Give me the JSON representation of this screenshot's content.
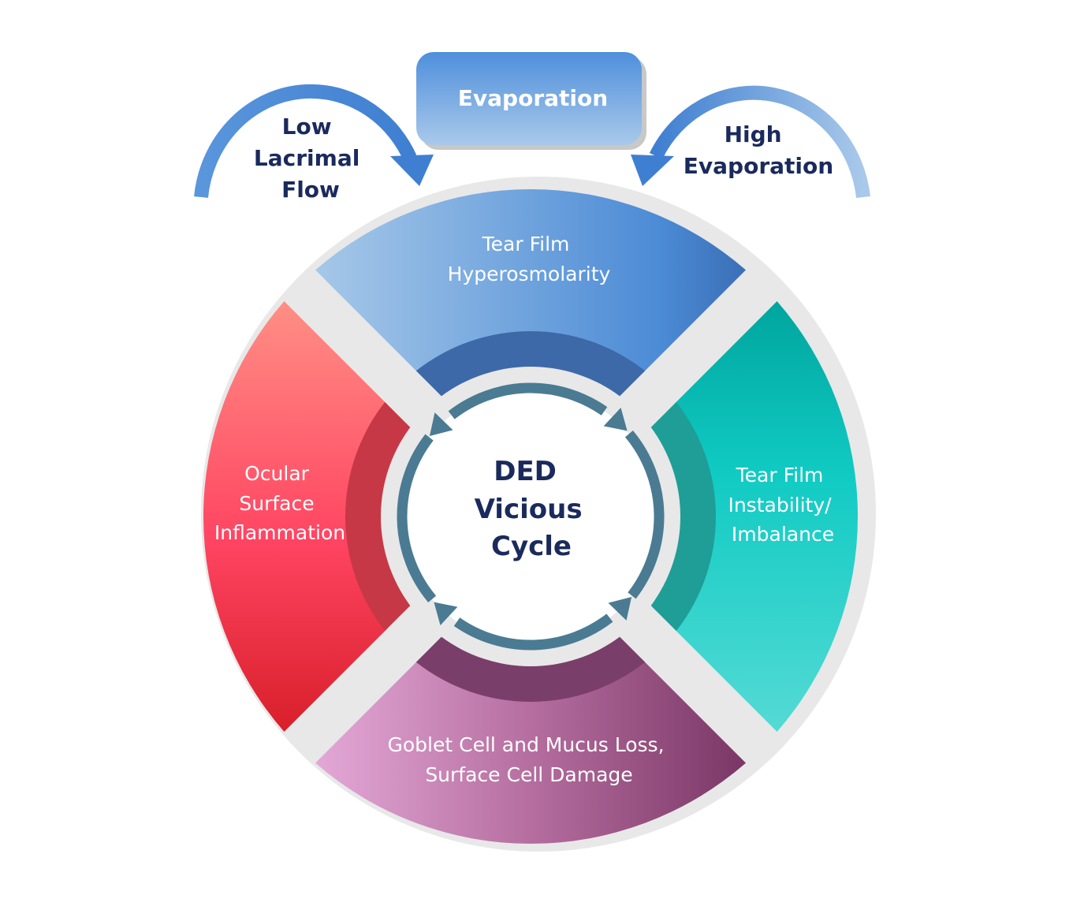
{
  "top_box": {
    "label": "Evaporation"
  },
  "left_arrow_label": [
    "Low",
    "Lacrimal",
    "Flow"
  ],
  "right_arrow_label": [
    "High",
    "Evaporation"
  ],
  "segments": {
    "top": [
      "Tear Film",
      "Hyperosmolarity"
    ],
    "right": [
      "Tear Film",
      "Instability/",
      "Imbalance"
    ],
    "bottom": [
      "Goblet Cell and Mucus Loss,",
      "Surface Cell Damage"
    ],
    "left": [
      "Ocular",
      "Surface",
      "Inflammation"
    ]
  },
  "center": [
    "DED",
    "Vicious",
    "Cycle"
  ],
  "colors": {
    "top_start": "#9cc2e5",
    "top_end": "#3f7fd1",
    "right_start": "#00a8a0",
    "right_end": "#4dd8d3",
    "bottom_start": "#e0a3d4",
    "bottom_end": "#7c3a68",
    "left_start": "#ff8a80",
    "left_end": "#d81f2e",
    "ring": "#4a7b93",
    "text_dark": "#1a2a5c"
  }
}
